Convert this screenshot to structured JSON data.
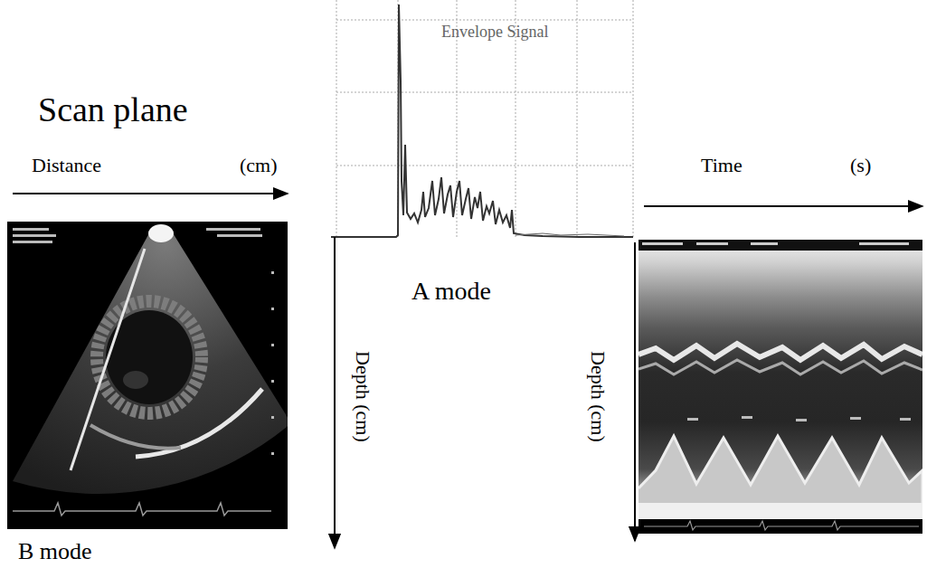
{
  "diagram": {
    "labels": [
      "Scan plane",
      "Distance",
      "(cm)",
      "Envelope Signal",
      "A mode",
      "Depth (cm)",
      "Time",
      "(s)",
      "Depth (cm)",
      "B mode"
    ]
  }
}
